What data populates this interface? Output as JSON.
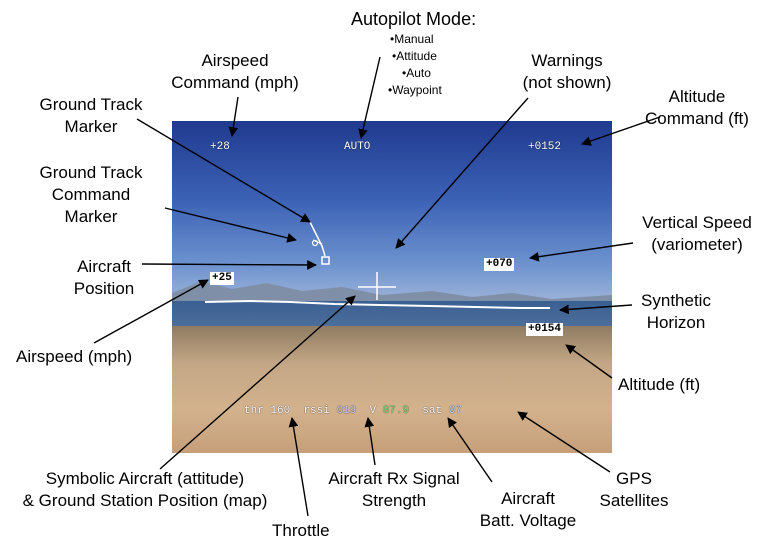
{
  "hud": {
    "airspeed_cmd": "+28",
    "mode": "AUTO",
    "altitude_cmd": "+0152",
    "airspeed": "+25",
    "vertical_speed": "+070",
    "altitude": "+0154",
    "thr_label": "thr",
    "thr_value": "160",
    "rssi_label": "rssi",
    "rssi_value": "019",
    "volt_label": "V",
    "volt_value": "07.9",
    "sat_label": "sat",
    "sat_value": "07"
  },
  "callouts": {
    "autopilot_mode_title": "Autopilot Mode:",
    "mode_manual": "•Manual",
    "mode_attitude": "•Attitude",
    "mode_auto": "•Auto",
    "mode_waypoint": "•Waypoint",
    "airspeed_cmd_1": "Airspeed",
    "airspeed_cmd_2": "Command (mph)",
    "warnings_1": "Warnings",
    "warnings_2": "(not shown)",
    "altitude_cmd_1": "Altitude",
    "altitude_cmd_2": "Command (ft)",
    "ground_track_1": "Ground Track",
    "ground_track_2": "Marker",
    "gt_cmd_1": "Ground Track",
    "gt_cmd_2": "Command",
    "gt_cmd_3": "Marker",
    "vertical_speed_1": "Vertical Speed",
    "vertical_speed_2": "(variometer)",
    "aircraft_pos_1": "Aircraft",
    "aircraft_pos_2": "Position",
    "synthetic_1": "Synthetic",
    "synthetic_2": "Horizon",
    "airspeed": "Airspeed (mph)",
    "altitude": "Altitude (ft)",
    "symbolic_1": "Symbolic Aircraft (attitude)",
    "symbolic_2": "& Ground Station Position (map)",
    "rx_1": "Aircraft Rx Signal",
    "rx_2": "Strength",
    "batt_1": "Aircraft",
    "batt_2": "Batt. Voltage",
    "gps_1": "GPS",
    "gps_2": "Satellites",
    "throttle": "Throttle"
  },
  "colors": {
    "hud_text": "#ffffff",
    "volt_value": "#7fe07f",
    "sat_value": "#bcd8ff",
    "rssi_value": "#c8c8ff"
  }
}
